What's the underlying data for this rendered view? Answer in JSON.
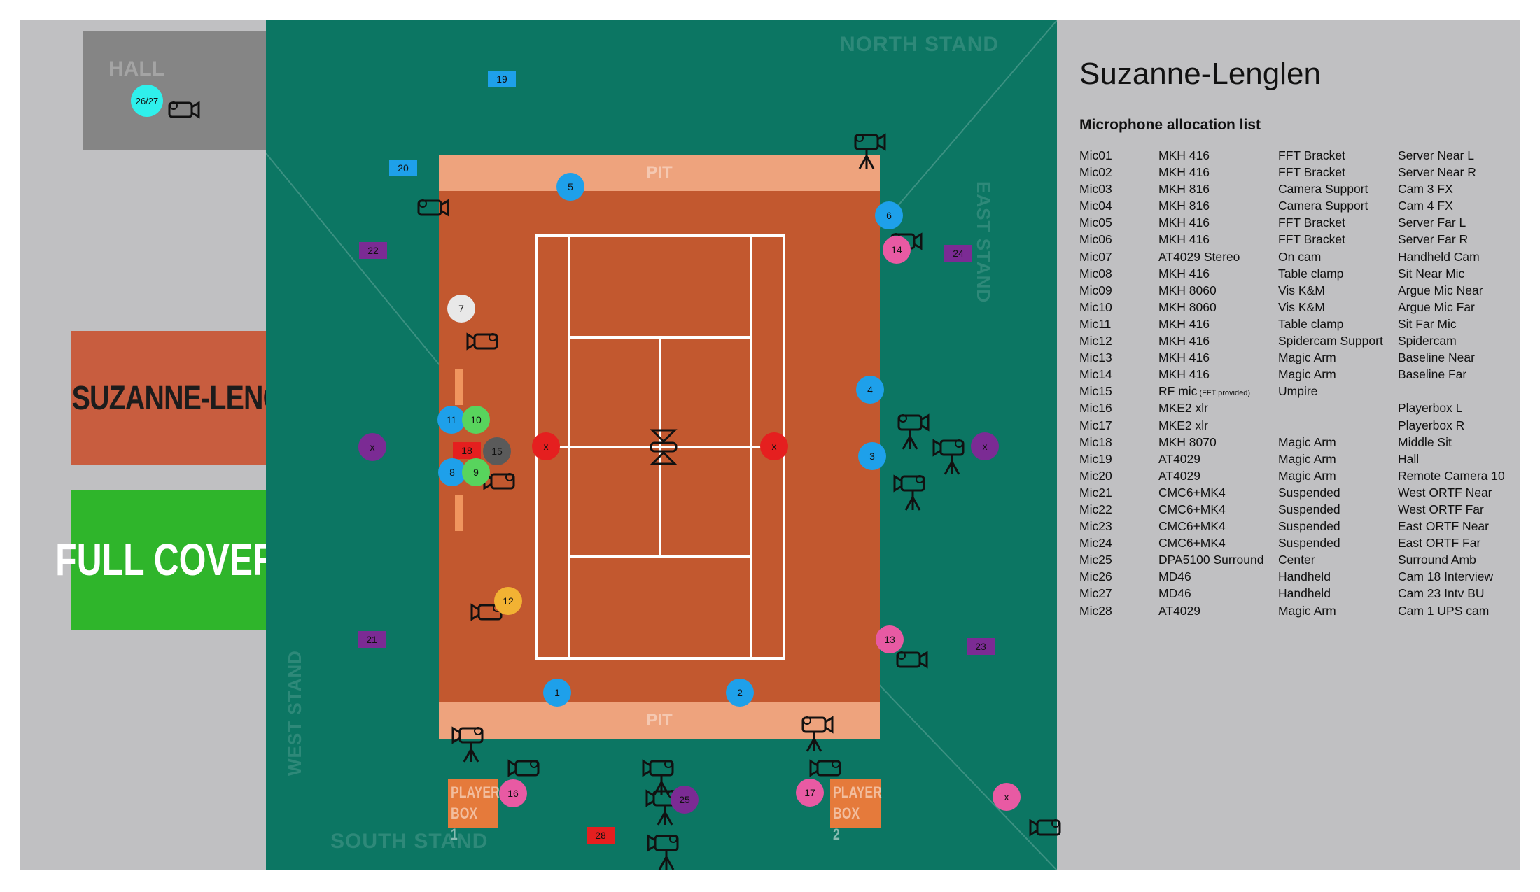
{
  "diagram": {
    "hall_label": "HALL",
    "north_stand": "NORTH STAND",
    "east_stand": "EAST STAND",
    "west_stand": "WEST STAND",
    "south_stand": "SOUTH STAND",
    "pit_top": "PIT",
    "pit_bottom": "PIT",
    "venue_sign": "SUZANNE-LENGLEN",
    "coverage_sign": "FULL COVERAGE",
    "player_box_1": "PLAYER BOX 1",
    "player_box_2": "PLAYER BOX 2",
    "colors": {
      "grass": "#0c7663",
      "court": "#c2582f",
      "pit": "#eea37d",
      "blue": "#1ea0ea",
      "pink": "#e85aa3",
      "green": "#58d45d",
      "purple": "#7b2b94",
      "red": "#e51f1f",
      "orange": "#f2b233",
      "cyan": "#2ff0ec",
      "grey": "#5a5a5a",
      "white": "#e8e8e8"
    },
    "markers": [
      {
        "label": "26/27",
        "kind": "circle",
        "color": "cyan"
      },
      {
        "label": "19",
        "kind": "tag",
        "color": "blue"
      },
      {
        "label": "20",
        "kind": "tag",
        "color": "blue"
      },
      {
        "label": "5",
        "kind": "circle",
        "color": "blue"
      },
      {
        "label": "6",
        "kind": "circle",
        "color": "blue"
      },
      {
        "label": "14",
        "kind": "circle",
        "color": "pink"
      },
      {
        "label": "22",
        "kind": "tag",
        "color": "purple"
      },
      {
        "label": "24",
        "kind": "tag",
        "color": "purple"
      },
      {
        "label": "7",
        "kind": "circle",
        "color": "white"
      },
      {
        "label": "4",
        "kind": "circle",
        "color": "blue"
      },
      {
        "label": "11",
        "kind": "circle",
        "color": "blue"
      },
      {
        "label": "10",
        "kind": "circle",
        "color": "green"
      },
      {
        "label": "18",
        "kind": "tag",
        "color": "red"
      },
      {
        "label": "15",
        "kind": "circle",
        "color": "grey"
      },
      {
        "label": "x",
        "kind": "circle",
        "color": "purple"
      },
      {
        "label": "x",
        "kind": "circle",
        "color": "red"
      },
      {
        "label": "x",
        "kind": "circle",
        "color": "red"
      },
      {
        "label": "3",
        "kind": "circle",
        "color": "blue"
      },
      {
        "label": "x",
        "kind": "circle",
        "color": "purple"
      },
      {
        "label": "8",
        "kind": "circle",
        "color": "blue"
      },
      {
        "label": "9",
        "kind": "circle",
        "color": "green"
      },
      {
        "label": "12",
        "kind": "circle",
        "color": "orange"
      },
      {
        "label": "21",
        "kind": "tag",
        "color": "purple"
      },
      {
        "label": "13",
        "kind": "circle",
        "color": "pink"
      },
      {
        "label": "23",
        "kind": "tag",
        "color": "purple"
      },
      {
        "label": "1",
        "kind": "circle",
        "color": "blue"
      },
      {
        "label": "2",
        "kind": "circle",
        "color": "blue"
      },
      {
        "label": "16",
        "kind": "circle",
        "color": "pink"
      },
      {
        "label": "25",
        "kind": "circle",
        "color": "purple"
      },
      {
        "label": "17",
        "kind": "circle",
        "color": "pink"
      },
      {
        "label": "x",
        "kind": "circle",
        "color": "pink"
      },
      {
        "label": "28",
        "kind": "tag",
        "color": "red"
      }
    ],
    "cameras": [
      "camera-icon"
    ]
  },
  "panel": {
    "title": "Suzanne-Lenglen",
    "subtitle": "Microphone allocation list",
    "rows": [
      {
        "id": "Mic01",
        "model": "MKH 416",
        "mount": "FFT Bracket",
        "mount_note": "",
        "use": "Server Near L"
      },
      {
        "id": "Mic02",
        "model": "MKH 416",
        "mount": "FFT Bracket",
        "mount_note": "",
        "use": "Server Near R"
      },
      {
        "id": "Mic03",
        "model": "MKH 816",
        "mount": "Camera Support",
        "mount_note": "",
        "use": "Cam 3 FX"
      },
      {
        "id": "Mic04",
        "model": "MKH 816",
        "mount": "Camera Support",
        "mount_note": "",
        "use": "Cam 4 FX"
      },
      {
        "id": "Mic05",
        "model": "MKH 416",
        "mount": "FFT Bracket",
        "mount_note": "",
        "use": "Server Far L"
      },
      {
        "id": "Mic06",
        "model": "MKH 416",
        "mount": "FFT Bracket",
        "mount_note": "",
        "use": "Server Far R"
      },
      {
        "id": "Mic07",
        "model": "AT4029 Stereo",
        "mount": "On cam",
        "mount_note": "",
        "use": "Handheld Cam"
      },
      {
        "id": "Mic08",
        "model": "MKH 416",
        "mount": "Table clamp",
        "mount_note": "",
        "use": "Sit Near Mic"
      },
      {
        "id": "Mic09",
        "model": "MKH 8060",
        "mount": "Vis K&M",
        "mount_note": "",
        "use": "Argue Mic Near"
      },
      {
        "id": "Mic10",
        "model": "MKH 8060",
        "mount": "Vis K&M",
        "mount_note": "",
        "use": "Argue Mic Far"
      },
      {
        "id": "Mic11",
        "model": "MKH 416",
        "mount": "Table clamp",
        "mount_note": "",
        "use": "Sit Far Mic"
      },
      {
        "id": "Mic12",
        "model": "MKH 416",
        "mount": "Spidercam Support",
        "mount_note": "",
        "use": "Spidercam"
      },
      {
        "id": "Mic13",
        "model": "MKH 416",
        "mount": "Magic Arm",
        "mount_note": "",
        "use": "Baseline Near"
      },
      {
        "id": "Mic14",
        "model": "MKH 416",
        "mount": "Magic Arm",
        "mount_note": "",
        "use": "Baseline Far"
      },
      {
        "id": "Mic15",
        "model": "RF mic",
        "model_note": "(FFT provided)",
        "mount": "Umpire",
        "mount_note": "",
        "use": ""
      },
      {
        "id": "Mic16",
        "model": "MKE2 xlr",
        "mount": "",
        "mount_note": "",
        "use": "Playerbox L"
      },
      {
        "id": "Mic17",
        "model": "MKE2 xlr",
        "mount": "",
        "mount_note": "",
        "use": "Playerbox R"
      },
      {
        "id": "Mic18",
        "model": "MKH 8070",
        "mount": "Magic Arm",
        "mount_note": "",
        "use": "Middle Sit"
      },
      {
        "id": "Mic19",
        "model": "AT4029",
        "mount": "Magic Arm",
        "mount_note": "",
        "use": "Hall"
      },
      {
        "id": "Mic20",
        "model": "AT4029",
        "mount": "Magic Arm",
        "mount_note": "",
        "use": "Remote Camera 10"
      },
      {
        "id": "Mic21",
        "model": "CMC6+MK4",
        "mount": "Suspended",
        "mount_note": "",
        "use": "West ORTF Near"
      },
      {
        "id": "Mic22",
        "model": "CMC6+MK4",
        "mount": "Suspended",
        "mount_note": "",
        "use": "West ORTF Far"
      },
      {
        "id": "Mic23",
        "model": "CMC6+MK4",
        "mount": "Suspended",
        "mount_note": "",
        "use": "East ORTF Near"
      },
      {
        "id": "Mic24",
        "model": "CMC6+MK4",
        "mount": "Suspended",
        "mount_note": "",
        "use": "East ORTF Far"
      },
      {
        "id": "Mic25",
        "model": "DPA5100 Surround",
        "mount": "Center",
        "mount_note": "",
        "use": "Surround Amb"
      },
      {
        "id": "Mic26",
        "model": "MD46",
        "mount": "Handheld",
        "mount_note": "",
        "use": "Cam 18 Interview"
      },
      {
        "id": "Mic27",
        "model": "MD46",
        "mount": "Handheld",
        "mount_note": "",
        "use": "Cam 23 Intv BU"
      },
      {
        "id": "Mic28",
        "model": "AT4029",
        "mount": "Magic Arm",
        "mount_note": "",
        "use": "Cam 1 UPS cam"
      }
    ]
  }
}
